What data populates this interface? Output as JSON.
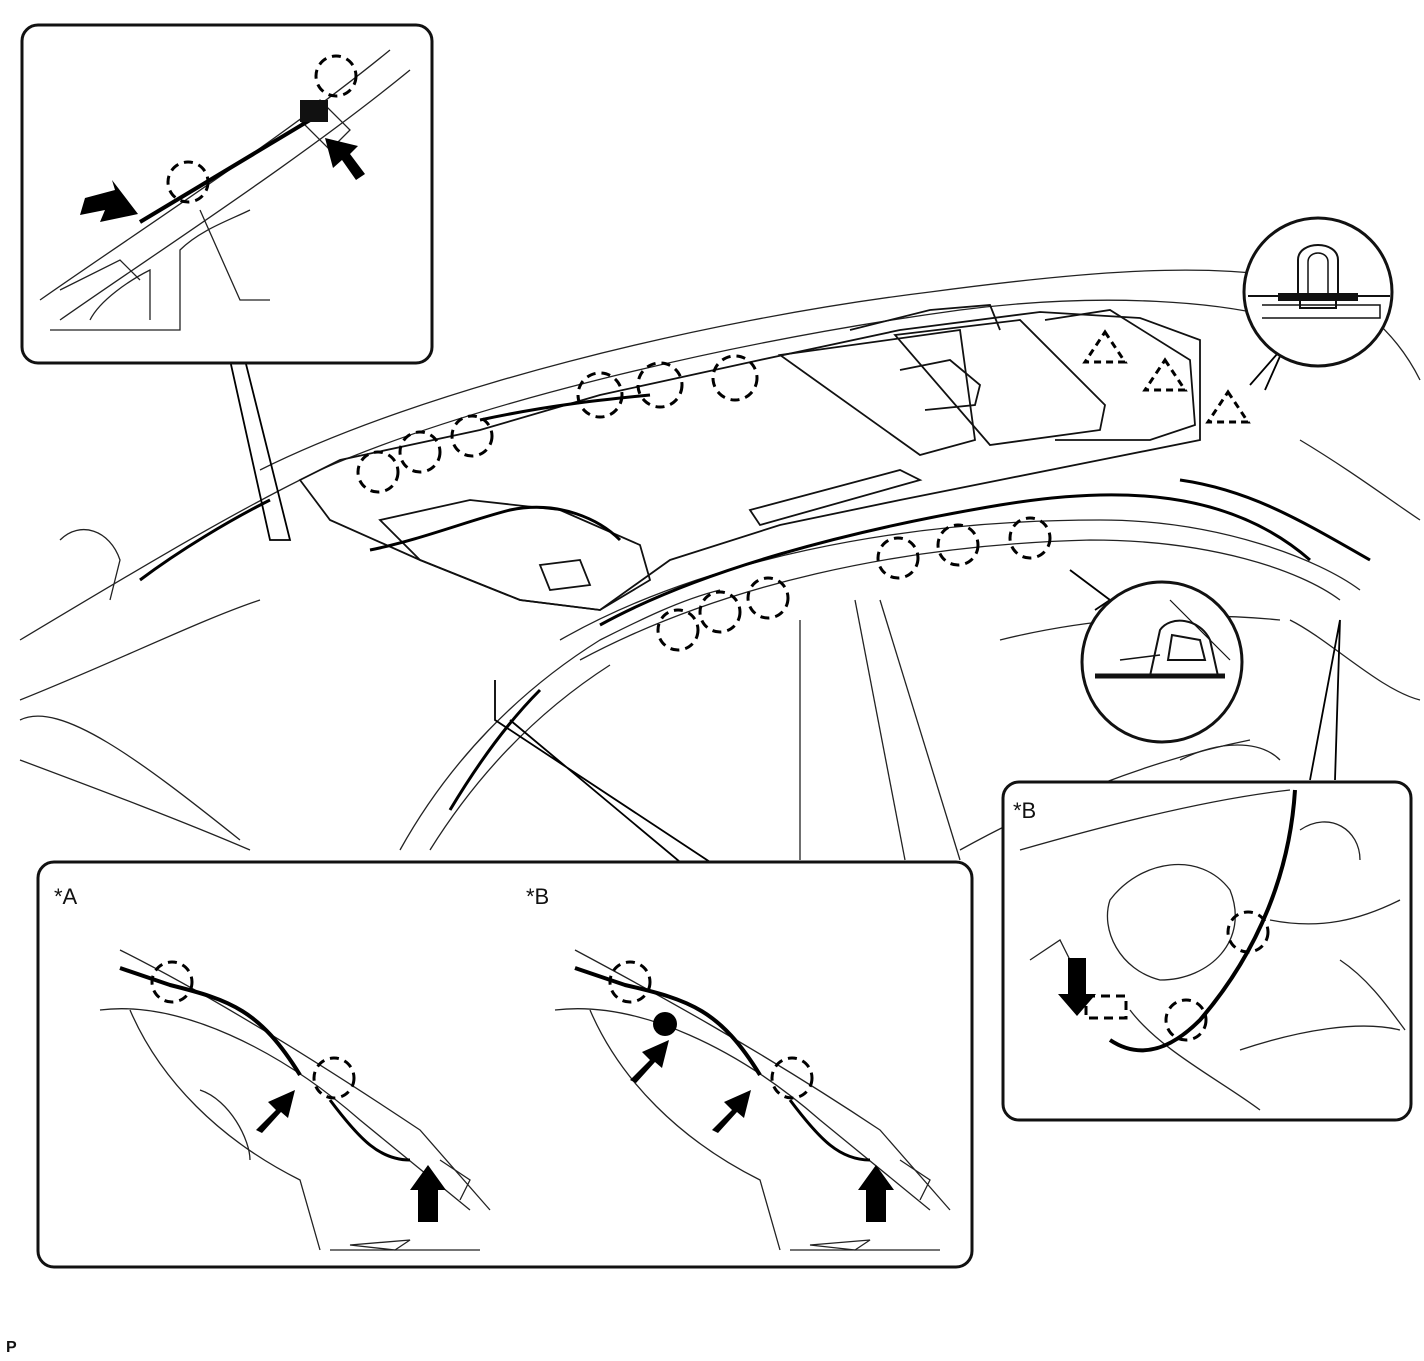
{
  "callouts": {
    "detail_a": "*A",
    "detail_b": "*B",
    "side_detail_b": "*B"
  },
  "footer": {
    "page_marker": "P"
  },
  "legend_symbols": [
    "clip-icon",
    "claw-icon",
    "pin-icon",
    "arrow-icon"
  ]
}
